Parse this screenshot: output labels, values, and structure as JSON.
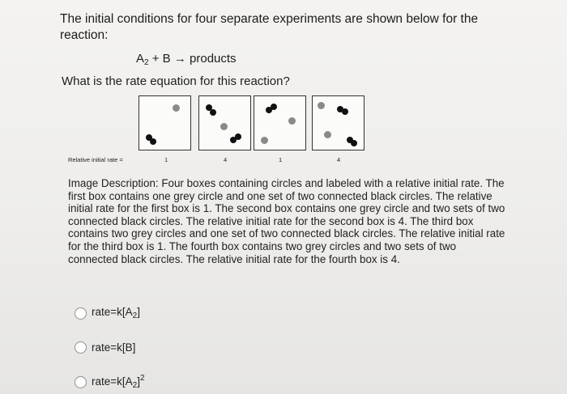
{
  "question": {
    "line1": "The initial conditions for four separate experiments are shown below for the",
    "line2": "reaction:"
  },
  "reaction": {
    "reactant_a": "A",
    "reactant_a_sub": "2",
    "rest": " + B → products"
  },
  "subquestion": "What is the rate equation for this reaction?",
  "figure": {
    "rate_label": "Relative initial rate =",
    "rates": [
      "1",
      "4",
      "1",
      "4"
    ]
  },
  "description": "Image Description: Four boxes containing circles and labeled with a relative initial rate. The first box contains one grey circle and one set of two connected black circles. The relative initial rate for the first box is 1. The second box contains one grey circle and two sets of two connected black circles. The relative initial rate for the second box is 4. The third box contains two grey circles and one set of two connected black circles. The relative initial rate for the third box is 1. The fourth box contains two grey circles and two sets of two connected black circles. The relative initial rate for the fourth box is 4.",
  "options": [
    {
      "prefix": "rate=k[A",
      "sub": "2",
      "suffix": "]",
      "sup": ""
    },
    {
      "prefix": "rate=k[B]",
      "sub": "",
      "suffix": "",
      "sup": ""
    },
    {
      "prefix": "rate=k[A",
      "sub": "2",
      "suffix": "]",
      "sup": "2"
    }
  ],
  "colors": {
    "grey_particle": "#8a8a8a",
    "black_particle": "#111111"
  }
}
